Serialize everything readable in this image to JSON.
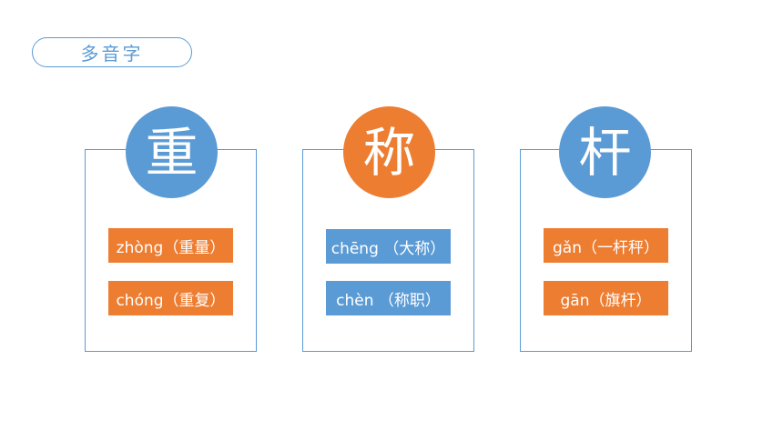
{
  "title": "多音字",
  "colors": {
    "blue": "#5b9bd5",
    "orange": "#ed7d31"
  },
  "cards": [
    {
      "character": "重",
      "circle_color": "blue",
      "readings": [
        {
          "text": "zhòng（重量）",
          "color": "orange"
        },
        {
          "text": "chóng（重复）",
          "color": "orange"
        }
      ]
    },
    {
      "character": "称",
      "circle_color": "orange",
      "readings": [
        {
          "text": "chēng （大称）",
          "color": "blue"
        },
        {
          "text": "chèn （称职）",
          "color": "blue"
        }
      ]
    },
    {
      "character": "杆",
      "circle_color": "blue",
      "readings": [
        {
          "text": "gǎn（一杆秤）",
          "color": "orange"
        },
        {
          "text": "gān（旗杆）",
          "color": "orange"
        }
      ]
    }
  ]
}
